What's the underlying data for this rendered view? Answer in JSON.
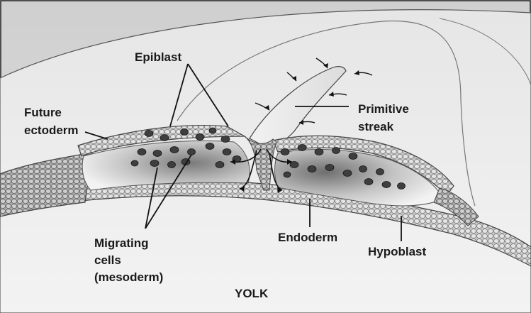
{
  "labels": {
    "epiblast": "Epiblast",
    "future_ectoderm_1": "Future",
    "future_ectoderm_2": "ectoderm",
    "primitive_streak_1": "Primitive",
    "primitive_streak_2": "streak",
    "migrating_cells_1": "Migrating",
    "migrating_cells_2": "cells",
    "migrating_cells_3": "(mesoderm)",
    "endoderm": "Endoderm",
    "hypoblast": "Hypoblast",
    "yolk": "YOLK"
  },
  "colors": {
    "background": "#d9d9d9",
    "disc_surface": "#ebebeb",
    "epiblast_cells": "#bdbdbd",
    "mesoderm_cells": "#3e3e3e",
    "cavity": "#f4f4f4",
    "outline": "#1e1e1e"
  }
}
